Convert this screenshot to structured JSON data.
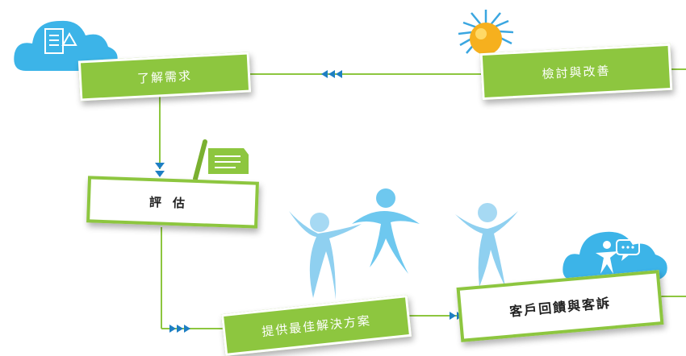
{
  "colors": {
    "green": "#8dc63f",
    "blue": "#1e7fc3",
    "light_blue": "#6ec8ef",
    "sun": "#f6b01e"
  },
  "steps": {
    "understand": "了解需求",
    "review": "檢討與改善",
    "evaluate": "評估",
    "solution": "提供最佳解決方案",
    "feedback": "客戶回饋與客訴"
  },
  "icons": [
    "cloud-document-icon",
    "sun-icon",
    "pen-paper-icon",
    "people-figures-icon",
    "cloud-chat-icon"
  ]
}
